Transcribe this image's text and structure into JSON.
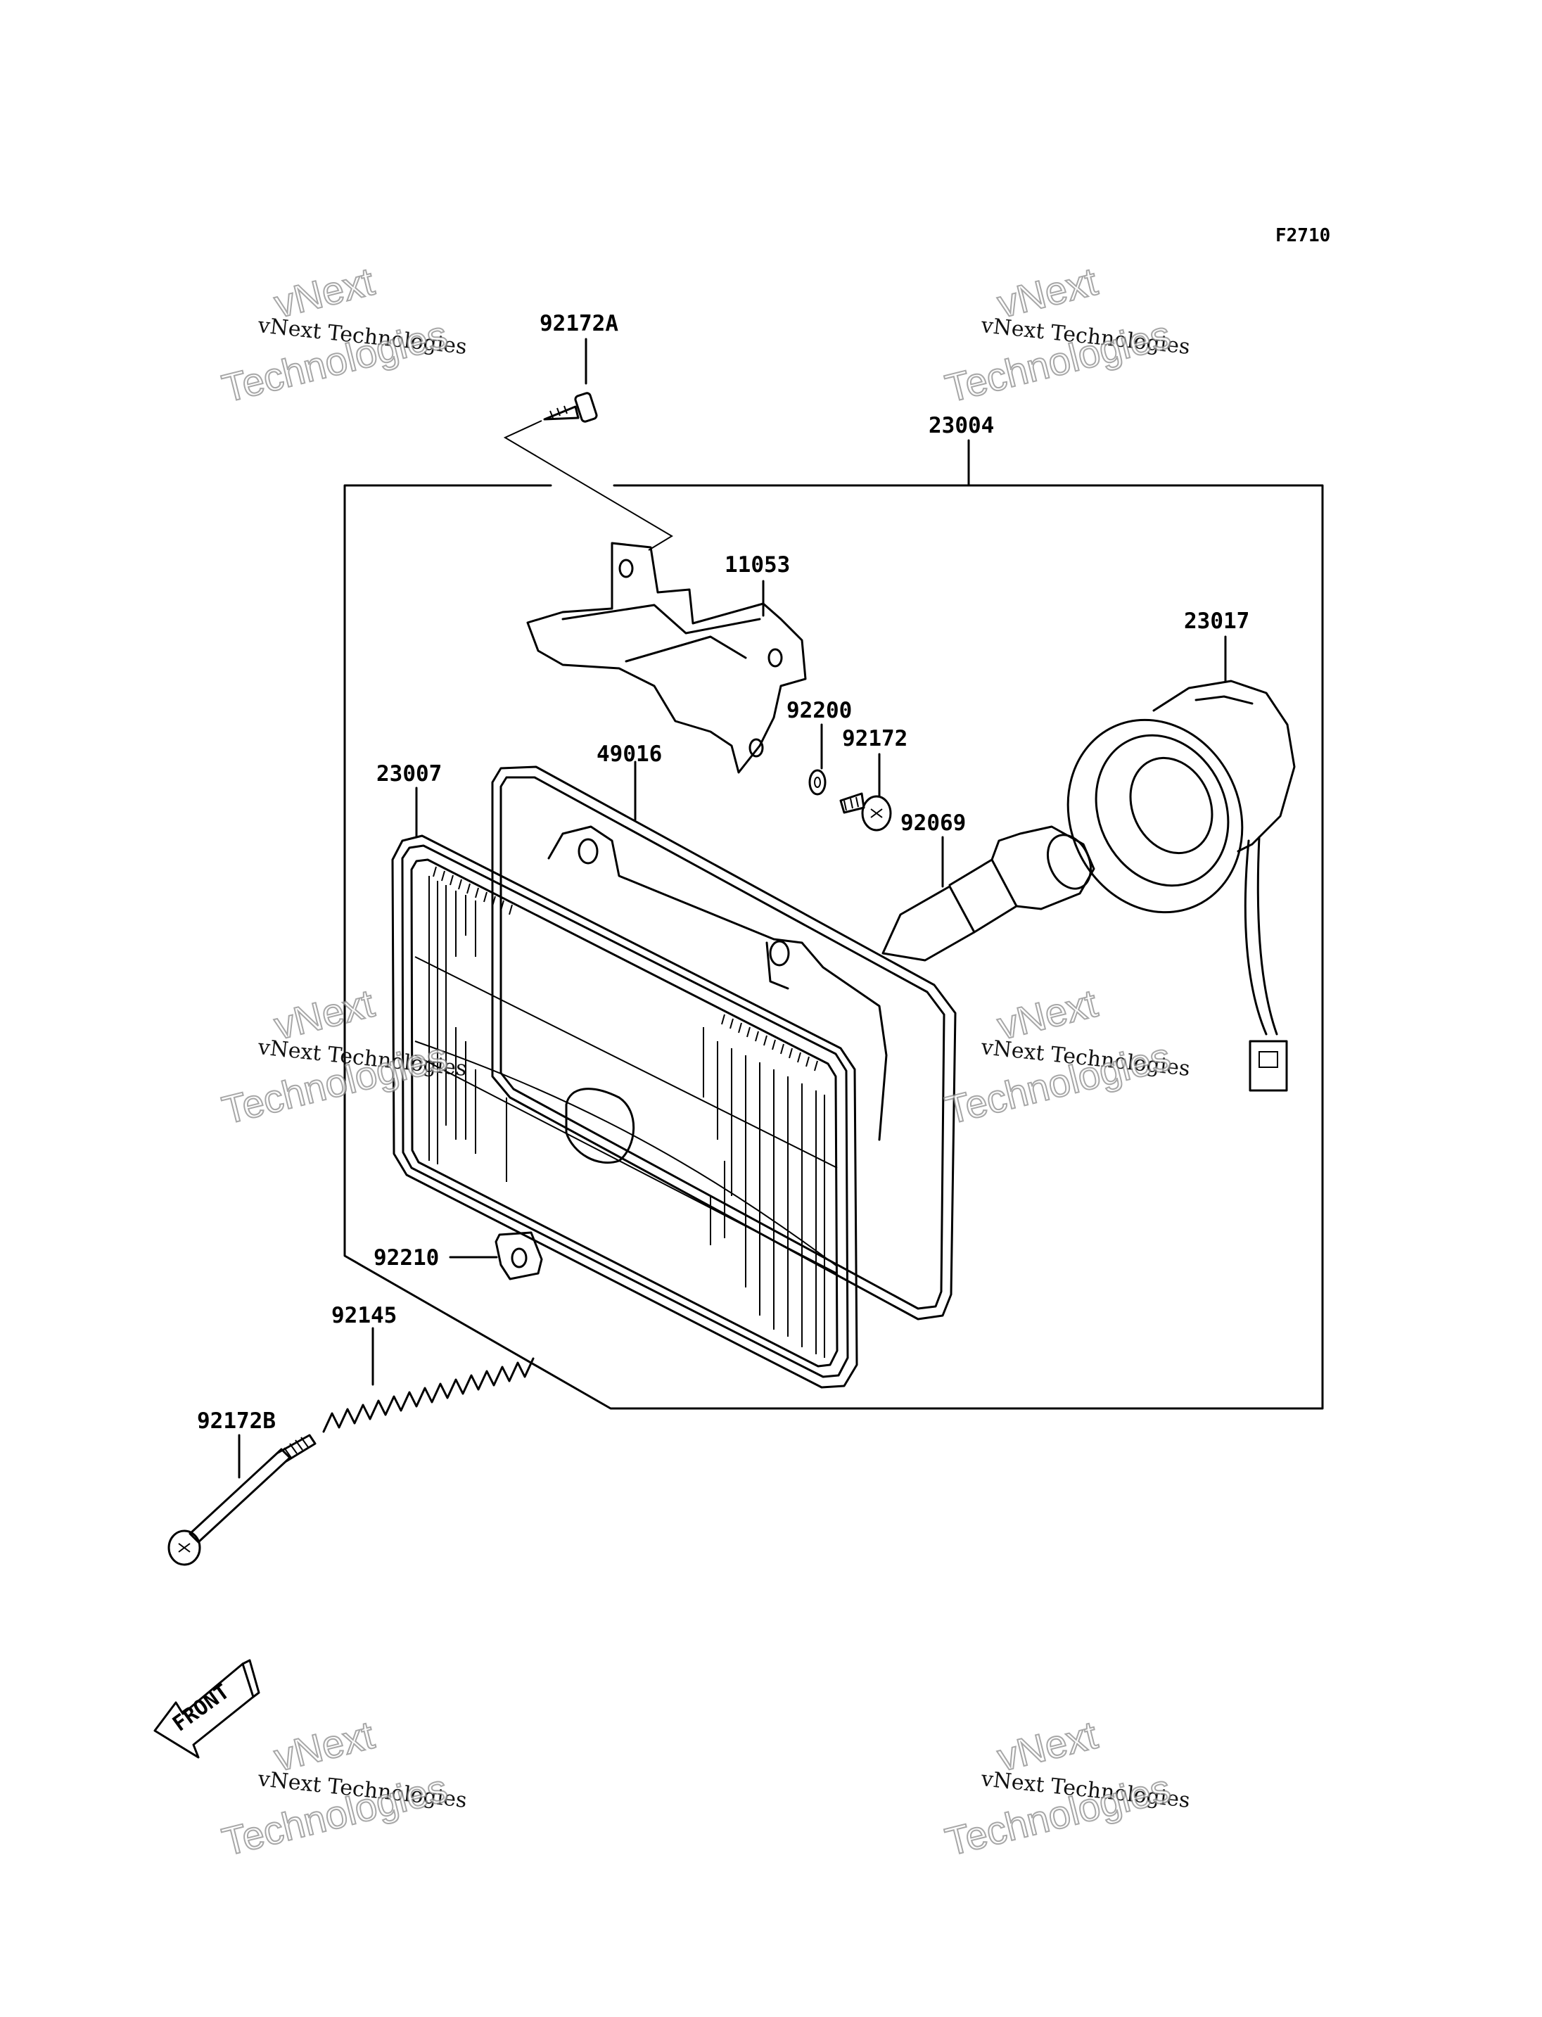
{
  "diagram_code": "F2710",
  "part_labels": {
    "p92172A": "92172A",
    "p23004": "23004",
    "p11053": "11053",
    "p23017": "23017",
    "p92200": "92200",
    "p92172": "92172",
    "p23007": "23007",
    "p49016": "49016",
    "p92069": "92069",
    "p92210": "92210",
    "p92145": "92145",
    "p92172B": "92172B"
  },
  "front_label": "FRONT",
  "watermark": {
    "line_small": "vNext Technologies",
    "line_big_1": "vNext",
    "line_big_2": "Technologies"
  }
}
